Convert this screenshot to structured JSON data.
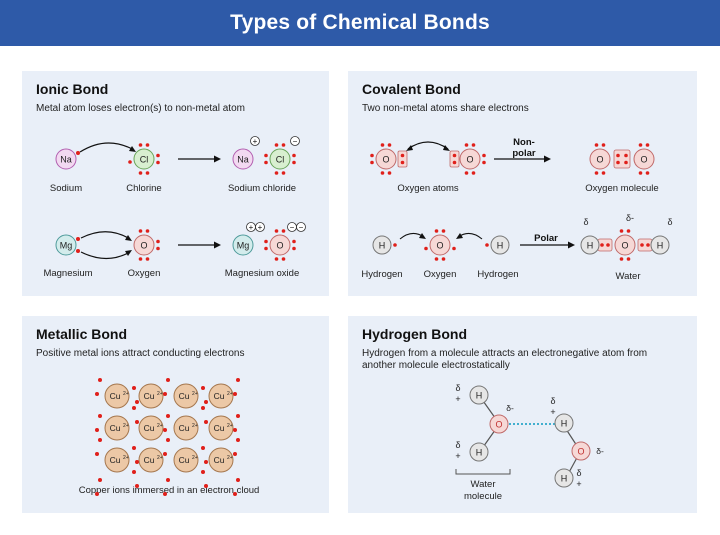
{
  "title": "Types of Chemical Bonds",
  "ionic": {
    "heading": "Ionic Bond",
    "description": "Metal atom loses electron(s) to non-metal atom",
    "row1": {
      "atom1": "Na",
      "label1": "Sodium",
      "atom2": "Cl",
      "label2": "Chlorine",
      "prod1": "Na",
      "prod2": "Cl",
      "product_label": "Sodium chloride",
      "plus": "+",
      "minus": "−"
    },
    "row2": {
      "atom1": "Mg",
      "label1": "Magnesium",
      "atom2": "O",
      "label2": "Oxygen",
      "prod1": "Mg",
      "prod2": "O",
      "product_label": "Magnesium oxide",
      "plus": "+",
      "minus": "−"
    }
  },
  "covalent": {
    "heading": "Covalent Bond",
    "description": "Two non-metal atoms share electrons",
    "row1": {
      "atom": "O",
      "reactant_label": "Oxygen atoms",
      "arrow_label_1": "Non-",
      "arrow_label_2": "polar",
      "product_label": "Oxygen molecule"
    },
    "row2": {
      "atom_h": "H",
      "atom_o": "O",
      "label_h1": "Hydrogen",
      "label_o": "Oxygen",
      "label_h2": "Hydrogen",
      "arrow_label": "Polar",
      "product_label": "Water",
      "delta_pos": "δ",
      "delta_neg": "δ-"
    }
  },
  "metallic": {
    "heading": "Metallic Bond",
    "description": "Positive metal ions attract conducting electrons",
    "ion": "Cu",
    "ion_charge": "2+",
    "caption": "Copper ions immersed in an electron cloud"
  },
  "hydrogen": {
    "heading": "Hydrogen Bond",
    "description": "Hydrogen from a molecule attracts an electronegative atom from another molecule electrostatically",
    "atom_h": "H",
    "atom_o": "O",
    "delta": "δ",
    "plus": "+",
    "delta_neg": "δ-",
    "caption_line1": "Water",
    "caption_line2": "molecule"
  },
  "colors": {
    "header": "#2e5aa8",
    "panel": "#e9eff8",
    "electron": "#e0201b",
    "na_fill": "#f2d9f1",
    "na_stroke": "#b25fb0",
    "cl_fill": "#d8efd0",
    "cl_stroke": "#6aa55a",
    "mg_fill": "#d3ecec",
    "mg_stroke": "#4f9b9b",
    "o_fill": "#f6d8d6",
    "o_stroke": "#c06a6a",
    "h_fill": "#e6e6e6",
    "h_stroke": "#777777",
    "cu_fill": "#ecc8a6",
    "cu_stroke": "#a5774e",
    "bond_dash": "#2aa6c9"
  }
}
